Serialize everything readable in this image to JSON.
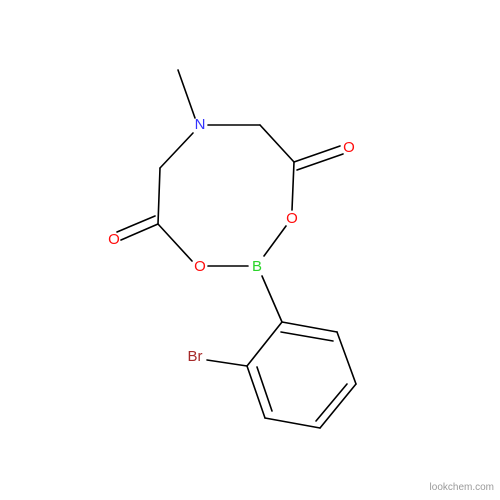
{
  "atoms": {
    "n": {
      "symbol": "N",
      "color": "#3333ff"
    },
    "o_carbonyl_right": {
      "symbol": "O",
      "color": "#ff0d0d"
    },
    "o_carbonyl_left": {
      "symbol": "O",
      "color": "#ff0d0d"
    },
    "o_ring_right": {
      "symbol": "O",
      "color": "#ff0d0d"
    },
    "o_ring_left": {
      "symbol": "O",
      "color": "#ff0d0d"
    },
    "b": {
      "symbol": "B",
      "color": "#2ad42a"
    },
    "br": {
      "symbol": "Br",
      "color": "#a62929"
    }
  },
  "colors": {
    "bond": "#000000",
    "background": "#ffffff"
  },
  "watermark": "lookchem.com"
}
